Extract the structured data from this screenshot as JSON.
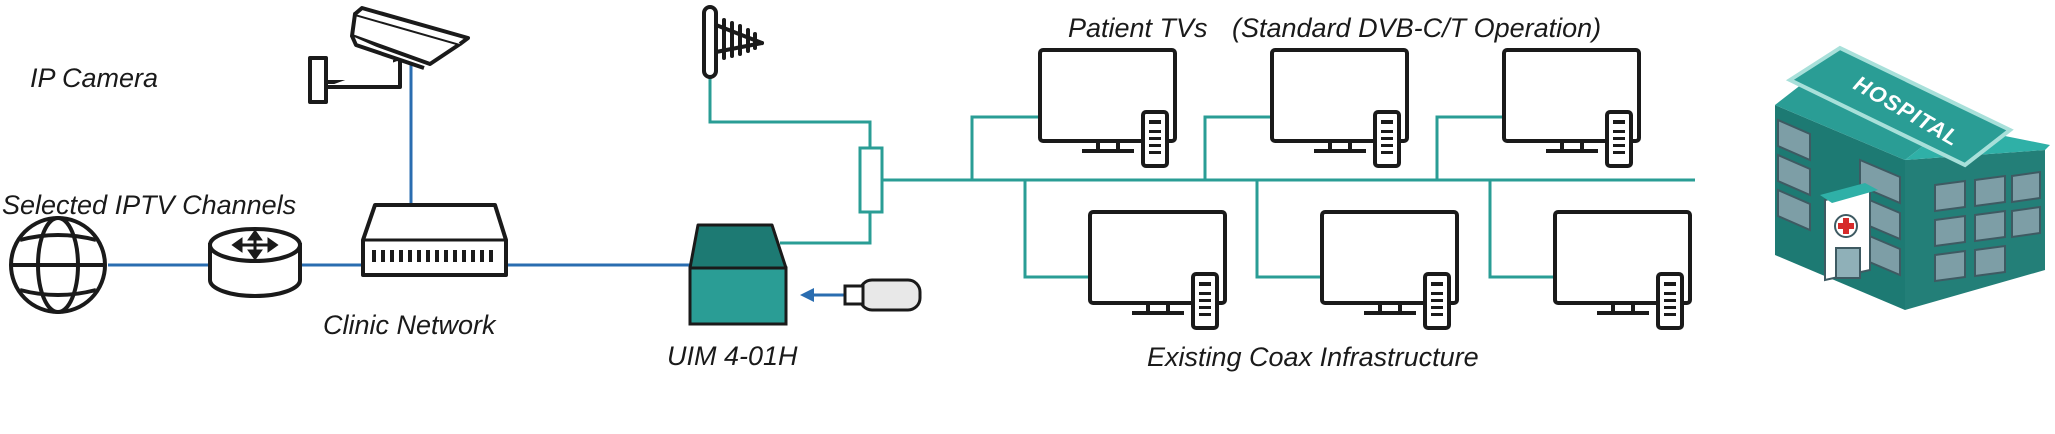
{
  "labels": {
    "ip_camera": "IP Camera",
    "selected_iptv": "Selected IPTV Channels",
    "clinic_network": "Clinic Network",
    "uim": "UIM 4-01H",
    "patient_tvs": "Patient TVs",
    "standard_op": "(Standard DVB-C/T Operation)",
    "coax": "Existing Coax Infrastructure",
    "hospital_sign": "HOSPITAL"
  },
  "colors": {
    "ip_line": "#2a6db0",
    "coax_line": "#2a9d95",
    "device_teal": "#2a9d95",
    "device_teal_dark": "#1d7a73",
    "outline": "#1a1a1a"
  }
}
